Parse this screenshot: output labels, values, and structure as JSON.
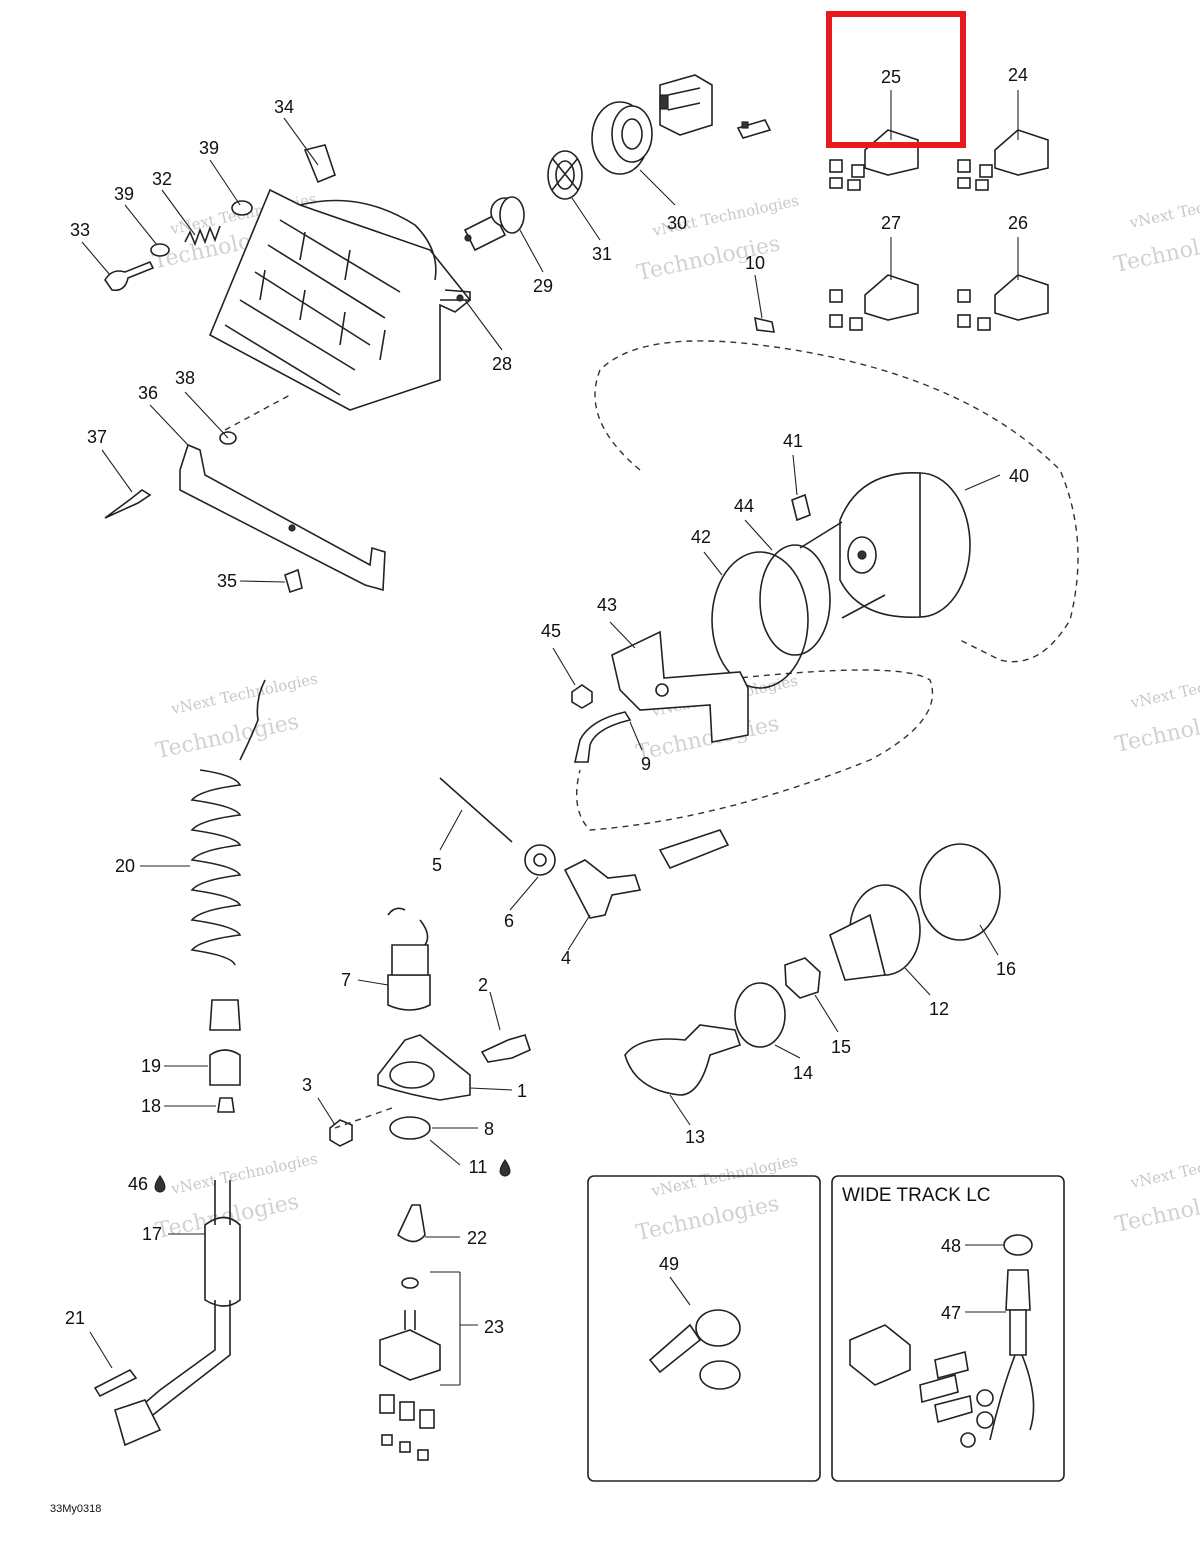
{
  "callouts": [
    {
      "n": "1"
    },
    {
      "n": "2"
    },
    {
      "n": "3"
    },
    {
      "n": "4"
    },
    {
      "n": "5"
    },
    {
      "n": "6"
    },
    {
      "n": "7"
    },
    {
      "n": "8"
    },
    {
      "n": "9"
    },
    {
      "n": "10"
    },
    {
      "n": "11"
    },
    {
      "n": "12"
    },
    {
      "n": "13"
    },
    {
      "n": "14"
    },
    {
      "n": "15"
    },
    {
      "n": "16"
    },
    {
      "n": "17"
    },
    {
      "n": "18"
    },
    {
      "n": "19"
    },
    {
      "n": "20"
    },
    {
      "n": "21"
    },
    {
      "n": "22"
    },
    {
      "n": "23"
    },
    {
      "n": "24"
    },
    {
      "n": "25"
    },
    {
      "n": "26"
    },
    {
      "n": "27"
    },
    {
      "n": "28"
    },
    {
      "n": "29"
    },
    {
      "n": "30"
    },
    {
      "n": "31"
    },
    {
      "n": "32"
    },
    {
      "n": "33"
    },
    {
      "n": "34"
    },
    {
      "n": "35"
    },
    {
      "n": "36"
    },
    {
      "n": "37"
    },
    {
      "n": "38"
    },
    {
      "n": "39"
    },
    {
      "n": "39"
    },
    {
      "n": "40"
    },
    {
      "n": "41"
    },
    {
      "n": "42"
    },
    {
      "n": "43"
    },
    {
      "n": "44"
    },
    {
      "n": "45"
    },
    {
      "n": "46"
    },
    {
      "n": "47"
    },
    {
      "n": "48"
    },
    {
      "n": "49"
    }
  ],
  "inset_box": {
    "title": "WIDE TRACK LC"
  },
  "diagram_code": "33My0318",
  "watermark": {
    "line1": "vNext Technologies",
    "line2": "Technologies"
  },
  "highlight": {
    "color": "#e8191f",
    "label": "25"
  }
}
